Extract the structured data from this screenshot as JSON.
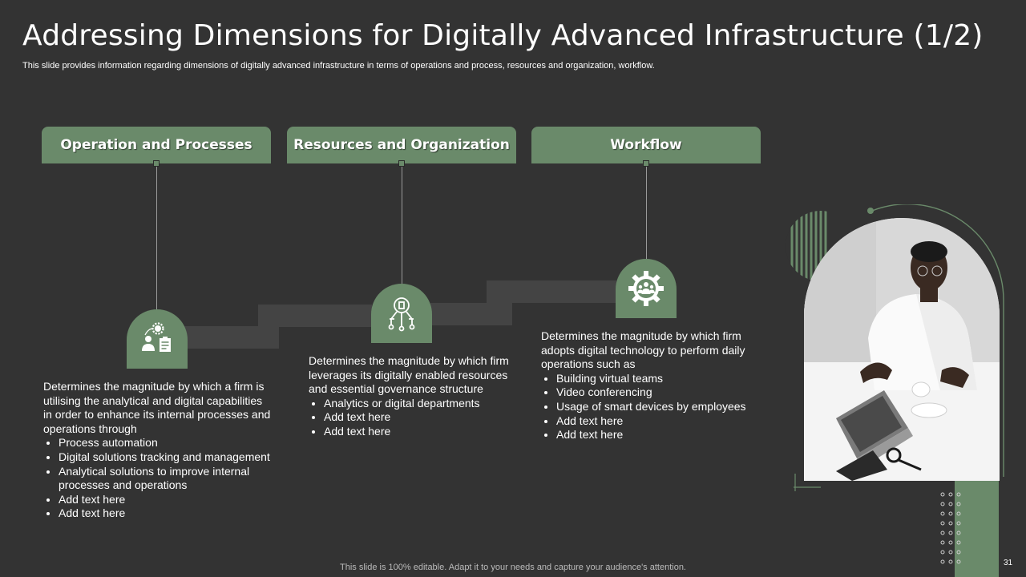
{
  "slide": {
    "title": "Addressing Dimensions for Digitally Advanced Infrastructure (1/2)",
    "subtitle": "This slide provides information regarding dimensions of digitally advanced infrastructure in terms of operations and process, resources and organization, workflow.",
    "footer": "This slide is 100% editable. Adapt it to your needs and capture your audience's attention.",
    "page_number": "31"
  },
  "colors": {
    "accent": "#6a8a6a",
    "background": "#333333",
    "stair": "#444444"
  },
  "columns": [
    {
      "heading": "Operation and Processes",
      "icon": "user-gear-checklist-icon",
      "intro": "Determines the magnitude by which a firm is utilising the analytical and digital capabilities in order to enhance its internal processes and operations through",
      "bullets": [
        "Process automation",
        "Digital solutions tracking and management",
        "Analytical solutions to improve internal processes and operations",
        "Add text here",
        "Add text here"
      ]
    },
    {
      "heading": "Resources and Organization",
      "icon": "circuit-network-icon",
      "intro": "Determines the magnitude by which firm leverages its digitally enabled resources and essential governance structure",
      "bullets": [
        "Analytics or digital departments",
        "Add text here",
        "Add text here"
      ]
    },
    {
      "heading": "Workflow",
      "icon": "gear-team-icon",
      "intro": "Determines the magnitude by which firm adopts digital technology to perform daily operations such as",
      "bullets": [
        "Building virtual teams",
        "Video conferencing",
        "Usage of smart devices by employees",
        "Add text here",
        "Add text here"
      ]
    }
  ]
}
